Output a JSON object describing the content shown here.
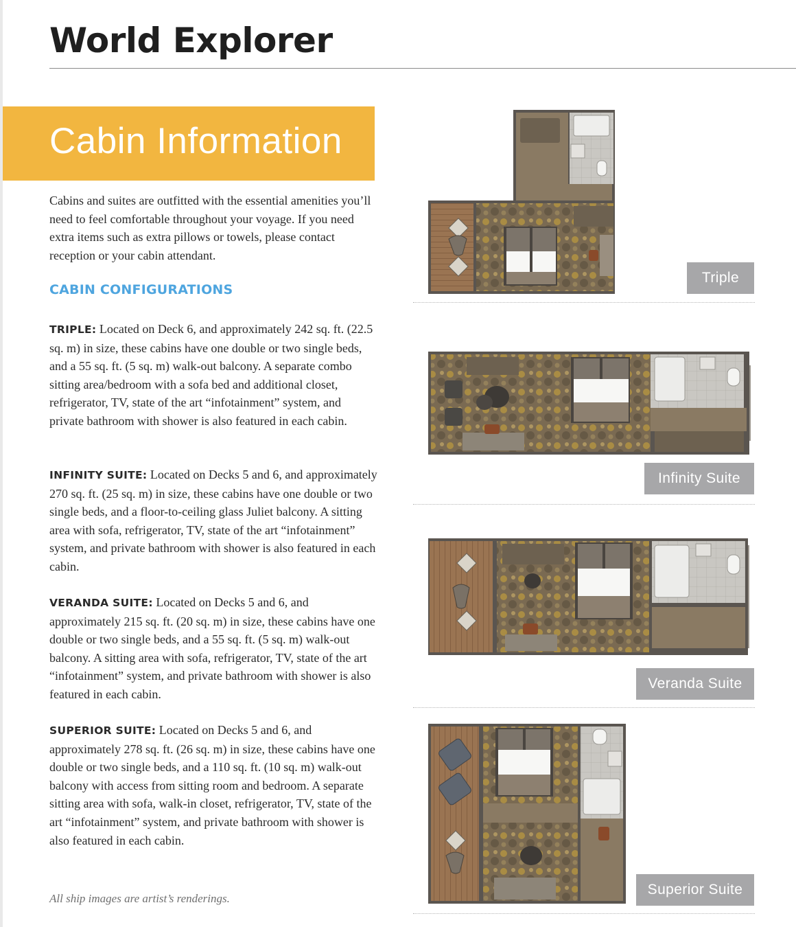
{
  "page": {
    "title": "World Explorer",
    "banner": "Cabin Information",
    "intro": "Cabins and suites are outfitted with the essential amenities you’ll need to feel comfortable throughout your voyage. If you need extra items such as extra pillows or towels, please contact reception or your cabin attendant.",
    "config_heading": "CABIN CONFIGURATIONS",
    "footnote": "All ship images are artist’s renderings."
  },
  "cabins": [
    {
      "name": "TRIPLE:",
      "label": "Triple",
      "description": " Located on Deck 6, and approximately 242 sq. ft. (22.5 sq. m) in size, these cabins have one double or two single beds, and a 55 sq. ft. (5 sq. m) walk-out balcony. A separate combo sitting area/bedroom with a sofa bed and additional closet, refrigerator, TV, state of the art “infotainment” system, and private bathroom with shower is also featured in each cabin."
    },
    {
      "name": "INFINITY SUITE:",
      "label": "Infinity Suite",
      "description": " Located on Decks 5 and 6, and approximately 270 sq. ft. (25 sq. m) in size, these cabins have one double or two single beds, and a floor-to-ceiling glass Juliet balcony. A sitting area with sofa, refrigerator, TV, state of the art “infotainment” system, and private bathroom with shower is also featured in each cabin."
    },
    {
      "name": "VERANDA SUITE:",
      "label": "Veranda Suite",
      "description": " Located on Decks 5 and 6, and approximately 215 sq. ft. (20 sq. m) in size, these cabins have one double or two single beds, and a 55 sq. ft. (5 sq. m) walk-out balcony. A sitting area with sofa, refrigerator, TV, state of the art “infotainment” system, and private bathroom with shower is also featured in each cabin."
    },
    {
      "name": "SUPERIOR SUITE:",
      "label": "Superior Suite",
      "description": " Located on Decks 5 and 6, and approximately 278 sq. ft. (26 sq. m) in size, these cabins have one double or two single beds, and a 110 sq. ft. (10 sq. m) walk-out balcony with access from sitting room and bedroom. A separate sitting area with sofa, walk-in closet, refrigerator, TV, state of the art “infotainment” system, and private bathroom with shower is also featured in each cabin."
    }
  ],
  "colors": {
    "banner": "#f2b640",
    "heading_blue": "#4ea5df",
    "label_gray": "#a7a7a9",
    "wall": "#5a5550",
    "floor": "#8a7a63",
    "carpet": "#7a6a52",
    "carpet_accent": "#b8963e",
    "deck": "#9a7452",
    "bathroom": "#c9c7c2"
  }
}
